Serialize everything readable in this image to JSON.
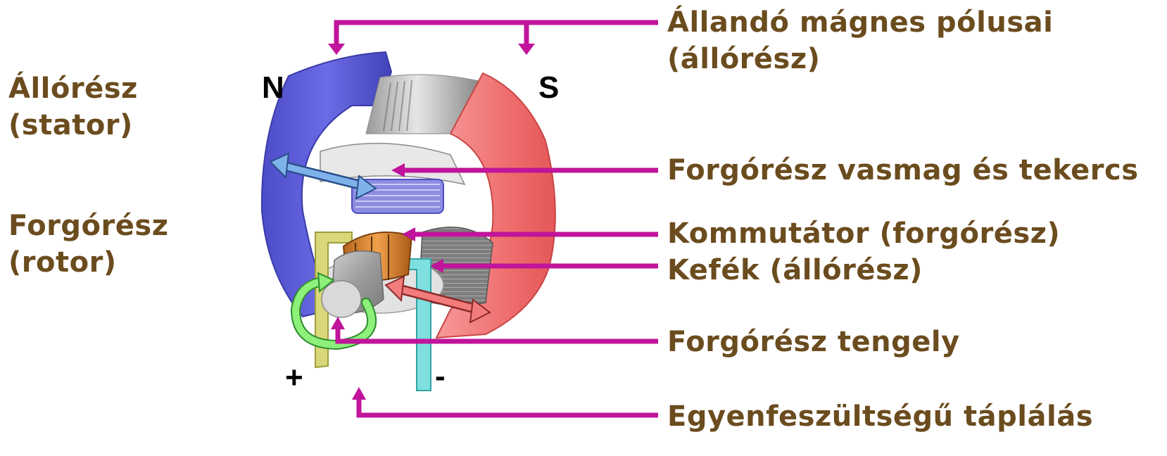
{
  "left_labels": {
    "stator": [
      "Állórész",
      "(stator)"
    ],
    "rotor": [
      "Forgórész",
      "(rotor)"
    ]
  },
  "poles": {
    "north": "N",
    "south": "S"
  },
  "terminals": {
    "plus": "+",
    "minus": "-"
  },
  "callouts": {
    "magnet_poles": [
      "Állandó mágnes pólusai",
      "(állórész)"
    ],
    "rotor_core": "Forgórész vasmag és tekercs",
    "commutator": "Kommutátor (forgórész)",
    "brushes": "Kefék (állórész)",
    "shaft": "Forgórész tengely",
    "supply": "Egyenfeszültségű táplálás"
  },
  "colors": {
    "label_text": "#6b4c1e",
    "callout_line": "#c0149a",
    "north_magnet": "#5a5ad6",
    "south_magnet": "#ee6b6b",
    "stator_arrow": "#7fb2ea",
    "rotor_arrow": "#f27c7c",
    "rotation_arrow": "#8cf07a",
    "commutator": "#d9822b",
    "plus_brush": "#d8d87a",
    "minus_brush": "#7fdede"
  }
}
